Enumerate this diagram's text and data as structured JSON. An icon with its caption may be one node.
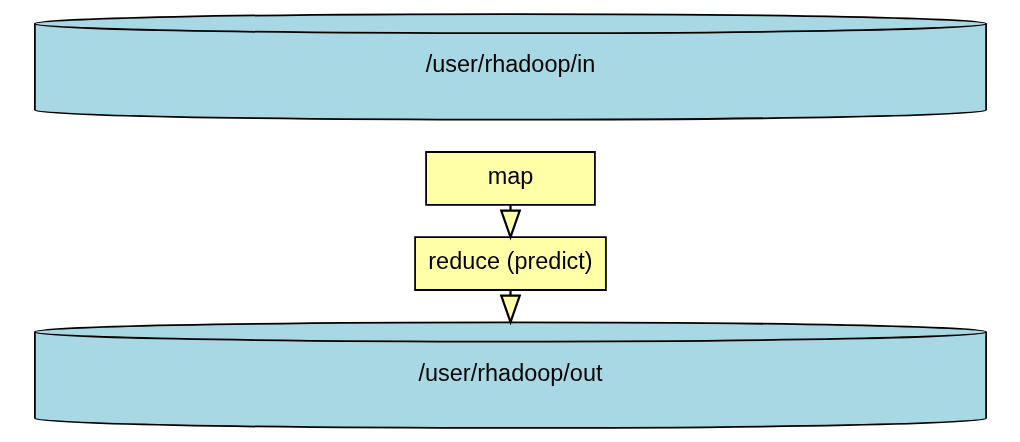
{
  "diagram": {
    "nodes": [
      {
        "text": [
          "/user/rhadoop/in"
        ]
      },
      {
        "text": [
          "map"
        ]
      },
      {
        "text": [
          "reduce (predict)"
        ]
      },
      {
        "text": [
          "/user/rhadoop/out"
        ]
      }
    ],
    "edges": [
      {
        "from": 1,
        "to": 2,
        "arrow": "to"
      },
      {
        "from": 2,
        "to": 3,
        "arrow": "to"
      }
    ]
  }
}
